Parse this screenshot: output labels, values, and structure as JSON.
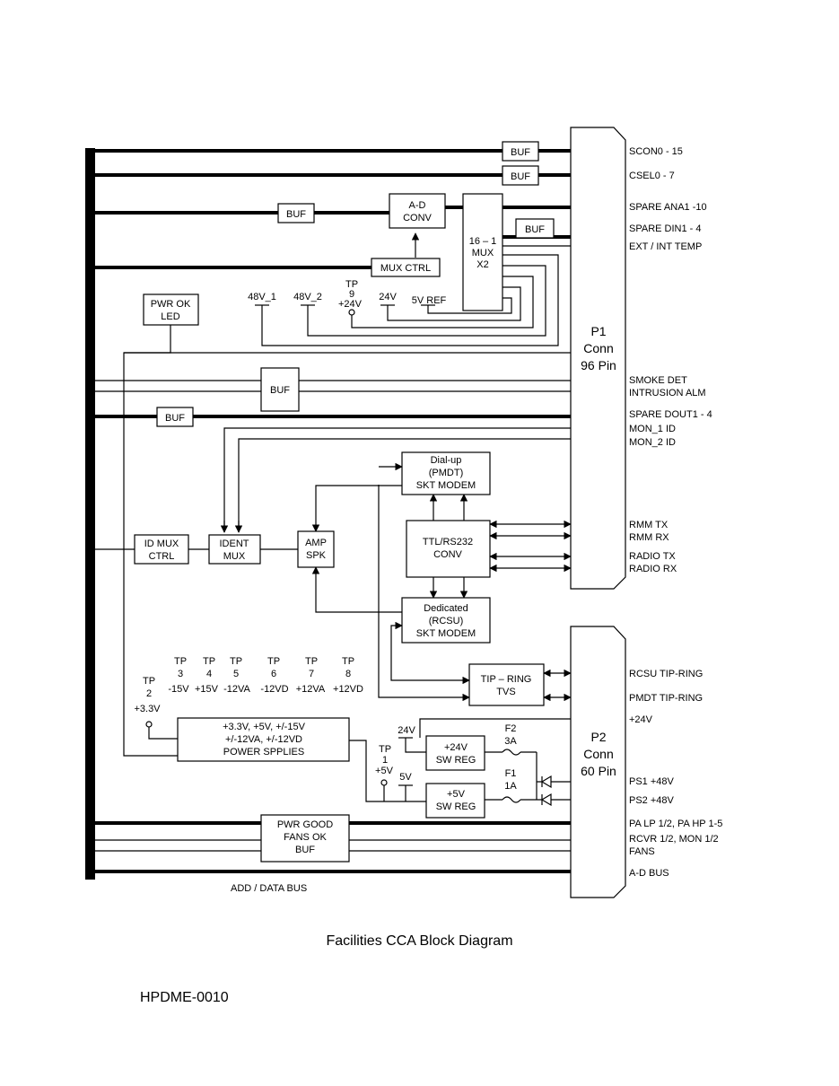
{
  "caption": "Facilities CCA Block Diagram",
  "doc_id": "HPDME-0010",
  "bus_label": "ADD / DATA BUS",
  "blocks": {
    "buf": "BUF",
    "adc": [
      "A-D",
      "CONV"
    ],
    "mux": [
      "16 – 1",
      "MUX",
      "X2"
    ],
    "mux_ctrl": "MUX CTRL",
    "pwr_ok_led": [
      "PWR OK",
      "LED"
    ],
    "id_mux_ctrl": [
      "ID MUX",
      "CTRL"
    ],
    "ident_mux": [
      "IDENT",
      "MUX"
    ],
    "amp_spk": [
      "AMP",
      "SPK"
    ],
    "dialup_modem": [
      "Dial-up",
      "(PMDT)",
      "SKT MODEM"
    ],
    "ttl_conv": [
      "TTL/RS232",
      "CONV"
    ],
    "dedicated_modem": [
      "Dedicated",
      "(RCSU)",
      "SKT MODEM"
    ],
    "tip_ring": [
      "TIP – RING",
      "TVS"
    ],
    "power_supplies": [
      "+3.3V, +5V, +/-15V",
      "+/-12VA, +/-12VD",
      "POWER SPPLIES"
    ],
    "sw_reg_24": [
      "+24V",
      "SW REG"
    ],
    "sw_reg_5": [
      "+5V",
      "SW REG"
    ],
    "pwr_good": [
      "PWR GOOD",
      "FANS OK",
      "BUF"
    ],
    "p1": [
      "P1",
      "Conn",
      "96 Pin"
    ],
    "p2": [
      "P2",
      "Conn",
      "60 Pin"
    ],
    "f2": [
      "F2",
      "3A"
    ],
    "f1": [
      "F1",
      "1A"
    ]
  },
  "rails": {
    "v48_1": "48V_1",
    "v48_2": "48V_2",
    "tp9": [
      "TP",
      "9",
      "+24V"
    ],
    "v24": "24V",
    "v5ref": "5V REF",
    "v24b": "24V",
    "tp1": [
      "TP",
      "1",
      "+5V"
    ],
    "v5": "5V"
  },
  "test_points": [
    {
      "tp": "TP",
      "num": "2",
      "volt": "+3.3V"
    },
    {
      "tp": "TP",
      "num": "3",
      "volt": "-15V"
    },
    {
      "tp": "TP",
      "num": "4",
      "volt": "+15V"
    },
    {
      "tp": "TP",
      "num": "5",
      "volt": "-12VA"
    },
    {
      "tp": "TP",
      "num": "6",
      "volt": "-12VD"
    },
    {
      "tp": "TP",
      "num": "7",
      "volt": "+12VA"
    },
    {
      "tp": "TP",
      "num": "8",
      "volt": "+12VD"
    }
  ],
  "signals_p1": [
    "SCON0 - 15",
    "CSEL0 - 7",
    "SPARE ANA1 -10",
    "SPARE DIN1 - 4",
    "EXT / INT TEMP",
    "SMOKE DET",
    "INTRUSION ALM",
    "SPARE DOUT1 - 4",
    "MON_1 ID",
    "MON_2 ID",
    "RMM TX",
    "RMM RX",
    "RADIO TX",
    "RADIO RX"
  ],
  "signals_p2": [
    "RCSU TIP-RING",
    "PMDT TIP-RING",
    "+24V",
    "PS1 +48V",
    "PS2 +48V",
    "PA LP 1/2, PA HP 1-5",
    "RCVR 1/2, MON 1/2",
    "FANS",
    "A-D BUS"
  ]
}
